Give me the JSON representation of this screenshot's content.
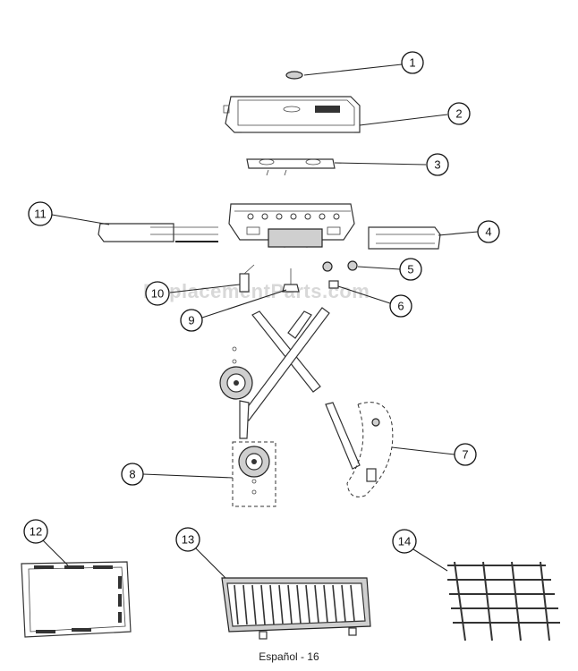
{
  "watermark": "ReplacementParts.com",
  "footer": "Español - 16",
  "callouts": [
    "1",
    "2",
    "3",
    "4",
    "5",
    "6",
    "7",
    "8",
    "9",
    "10",
    "11",
    "12",
    "13",
    "14"
  ]
}
